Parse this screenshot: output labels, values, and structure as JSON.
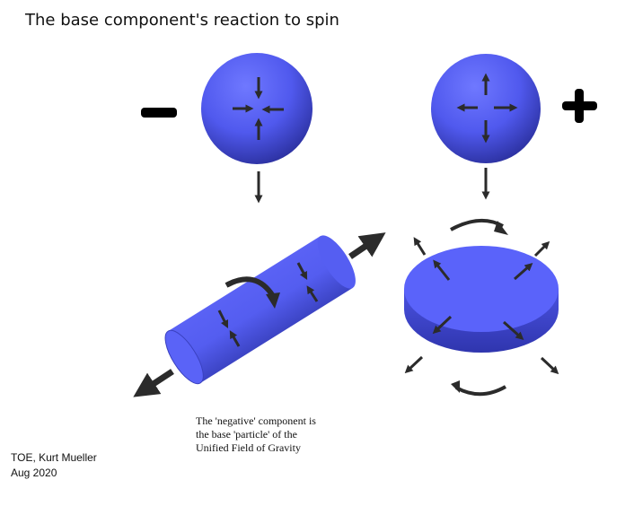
{
  "title": "The base component's reaction to spin",
  "labels": {
    "negative_sign": "−",
    "positive_sign": "+"
  },
  "caption": [
    "The 'negative' component is",
    "the base 'particle' of the",
    "Unified Field of Gravity"
  ],
  "credit": [
    "TOE, Kurt Mueller",
    "Aug 2020"
  ],
  "colors": {
    "shape_light": "#6a72ff",
    "shape_mid": "#5560f0",
    "shape_dark": "#2a2f9c",
    "arrow": "#2b2b2b"
  }
}
